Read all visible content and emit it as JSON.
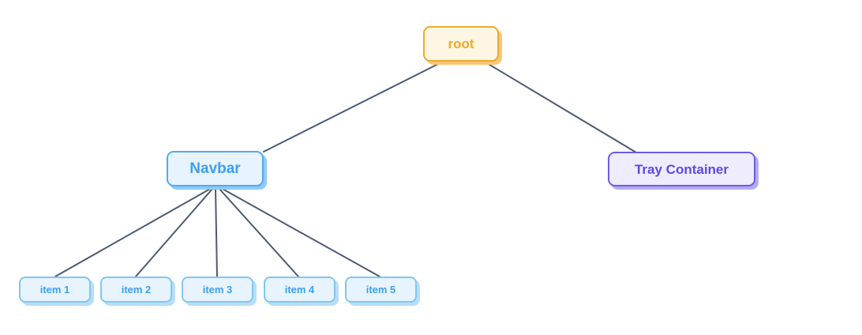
{
  "diagram": {
    "type": "tree",
    "background_color": "#ffffff",
    "edge_color": "#4c5a72",
    "edge_width": 2,
    "nodes": [
      {
        "id": "root",
        "label": "root",
        "fill": "#fdf6e3",
        "border": "#efa830",
        "text_color": "#f5a623",
        "shadow": "#f6c878"
      },
      {
        "id": "navbar",
        "label": "Navbar",
        "fill": "#e7f3fd",
        "border": "#4dabf7",
        "text_color": "#3ba0f2",
        "shadow": "#8ecbf8"
      },
      {
        "id": "tray",
        "label": "Tray Container",
        "fill": "#eeecfd",
        "border": "#6b5ce7",
        "text_color": "#5b4ae8",
        "shadow": "#b4abf2"
      }
    ],
    "items": [
      {
        "id": "item-1",
        "label": "item 1"
      },
      {
        "id": "item-2",
        "label": "item 2"
      },
      {
        "id": "item-3",
        "label": "item 3"
      },
      {
        "id": "item-4",
        "label": "item 4"
      },
      {
        "id": "item-5",
        "label": "item 5"
      }
    ],
    "edges": [
      {
        "from": "root",
        "to": "navbar"
      },
      {
        "from": "root",
        "to": "tray"
      },
      {
        "from": "navbar",
        "to": "item-1"
      },
      {
        "from": "navbar",
        "to": "item-2"
      },
      {
        "from": "navbar",
        "to": "item-3"
      },
      {
        "from": "navbar",
        "to": "item-4"
      },
      {
        "from": "navbar",
        "to": "item-5"
      }
    ]
  }
}
